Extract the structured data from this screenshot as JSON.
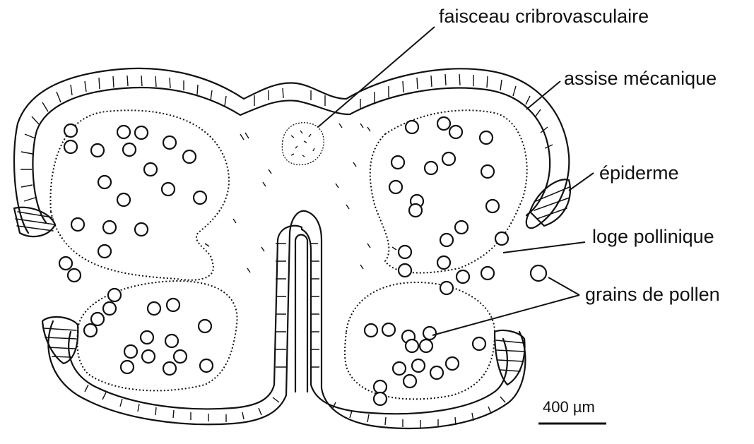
{
  "labels": {
    "faisceau": "faisceau cribrovasculaire",
    "assise": "assise mécanique",
    "epiderme": "épiderme",
    "loge": "loge pollinique",
    "grains": "grains de pollen"
  },
  "scale_bar": {
    "text": "400 µm"
  },
  "colors": {
    "ink": "#111111",
    "background": "#ffffff"
  }
}
